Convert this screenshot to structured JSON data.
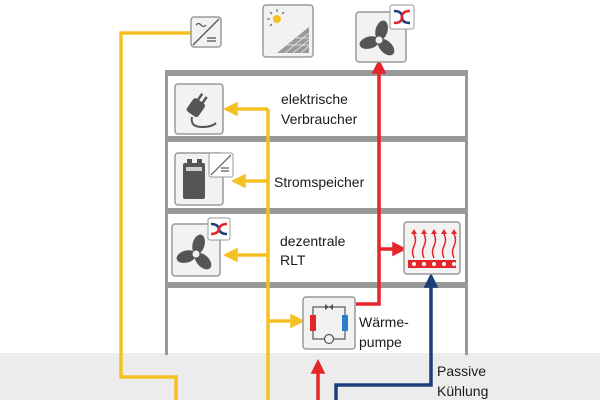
{
  "labels": {
    "consumers_line1": "elektrische",
    "consumers_line2": "Verbraucher",
    "storage": "Stromspeicher",
    "rlt_line1": "dezentrale",
    "rlt_line2": "RLT",
    "heatpump_line1": "Wärme-",
    "heatpump_line2": "pumpe",
    "cooling_line1": "Passive",
    "cooling_line2": "Kühlung"
  },
  "colors": {
    "electricity": "#f5c023",
    "heat": "#e4262b",
    "cooling": "#1c3f7a",
    "building_frame": "#999999",
    "ground": "#ececec",
    "icon_frame": "#9a9a9a",
    "icon_fill": "#f2f2f2",
    "icon_dark": "#555555"
  },
  "icons": [
    "inverter-icon",
    "solar-panel-icon",
    "fan-exhaust-icon",
    "plug-icon",
    "battery-icon",
    "fan-heat-recovery-icon",
    "radiant-heating-icon",
    "heat-pump-icon"
  ]
}
